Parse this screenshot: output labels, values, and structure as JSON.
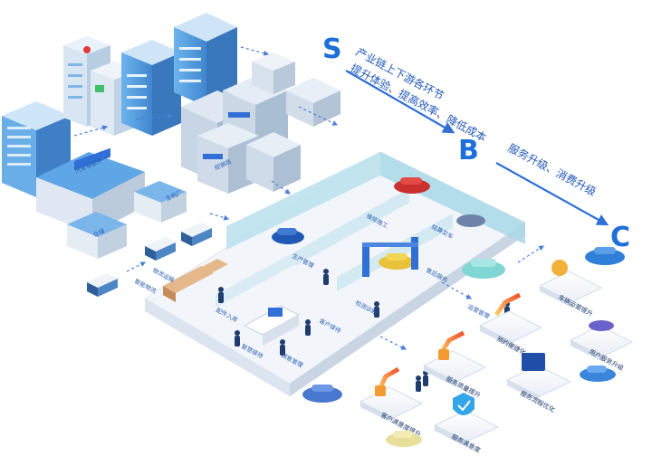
{
  "flow": {
    "s_letter": "S",
    "b_letter": "B",
    "c_letter": "C",
    "s_line1": "产业链上下游各环节",
    "s_line2": "提升体验、提高效率、降低成本",
    "b_line1": "服务升级、消费升级"
  },
  "labels": {
    "parts_factory": "汽车零部件",
    "manufacturer": "主机厂",
    "logistics": "物流运输",
    "warehouse": "仓储",
    "smart_logistics": "智能物流",
    "distributor": "经销商",
    "inbound": "配件入库",
    "production": "生产管理",
    "maintenance": "维修施工",
    "inspection": "检测诊断",
    "customer_service": "客户接待",
    "smart_reception": "智慧接待",
    "sales": "销售管理",
    "after_sales": "售后服务",
    "settlement": "结算交车",
    "operations": "运营管理"
  },
  "benefits": {
    "b1": "客户满意度提升",
    "b2": "服务质量提升",
    "b3": "服务满意度",
    "b4": "服务流程优化",
    "b5": "预约便捷化",
    "b6": "车辆运营提升",
    "b7": "用户服务升级"
  },
  "colors": {
    "accent": "#1e6fd9",
    "flow_arrow": "#2f6fd6",
    "building": "#5aa7e6",
    "floor": "#f2f6fb",
    "wall": "#a9d8e6",
    "orange": "#f08a24"
  },
  "icons": [
    "thumbs-up-icon",
    "growth-arrow-icon",
    "shield-check-icon",
    "monitor-chart-icon",
    "car-icon"
  ]
}
